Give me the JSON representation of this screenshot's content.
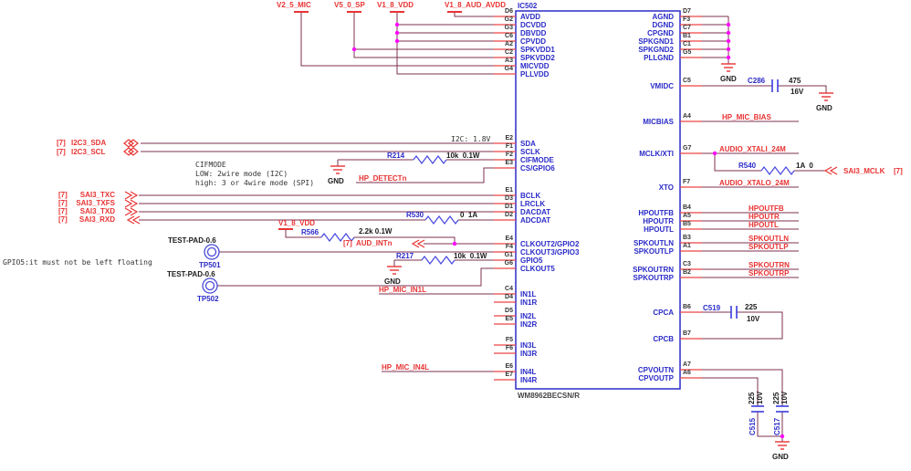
{
  "ic": {
    "ref": "IC502",
    "part_number": "WM8962BECSN/R",
    "left_pins": [
      {
        "num": "D6",
        "name": "AVDD"
      },
      {
        "num": "G2",
        "name": "DCVDD"
      },
      {
        "num": "G3",
        "name": "DBVDD"
      },
      {
        "num": "C6",
        "name": "CPVDD"
      },
      {
        "num": "A2",
        "name": "SPKVDD1"
      },
      {
        "num": "C2",
        "name": "SPKVDD2"
      },
      {
        "num": "A3",
        "name": "MICVDD"
      },
      {
        "num": "G4",
        "name": "PLLVDD"
      },
      {
        "num": "E2",
        "name": "SDA"
      },
      {
        "num": "F1",
        "name": "SCLK"
      },
      {
        "num": "F2",
        "name": "CIFMODE"
      },
      {
        "num": "E3",
        "name": "CS/GPIO6"
      },
      {
        "num": "E1",
        "name": "BCLK"
      },
      {
        "num": "D3",
        "name": "LRCLK"
      },
      {
        "num": "D1",
        "name": "DACDAT"
      },
      {
        "num": "D2",
        "name": "ADCDAT"
      },
      {
        "num": "E4",
        "name": "CLKOUT2/GPIO2"
      },
      {
        "num": "F4",
        "name": "CLKOUT3/GPIO3"
      },
      {
        "num": "G1",
        "name": "GPIO5"
      },
      {
        "num": "G6",
        "name": "CLKOUT5"
      },
      {
        "num": "C4",
        "name": "IN1L"
      },
      {
        "num": "D4",
        "name": "IN1R"
      },
      {
        "num": "D5",
        "name": "IN2L"
      },
      {
        "num": "E5",
        "name": "IN2R"
      },
      {
        "num": "F5",
        "name": "IN3L"
      },
      {
        "num": "F6",
        "name": "IN3R"
      },
      {
        "num": "E6",
        "name": "IN4L"
      },
      {
        "num": "E7",
        "name": "IN4R"
      }
    ],
    "right_pins": [
      {
        "num": "D7",
        "name": "AGND"
      },
      {
        "num": "F3",
        "name": "DGND"
      },
      {
        "num": "C7",
        "name": "CPGND"
      },
      {
        "num": "B1",
        "name": "SPKGND1"
      },
      {
        "num": "C1",
        "name": "SPKGND2"
      },
      {
        "num": "G5",
        "name": "PLLGND"
      },
      {
        "num": "C5",
        "name": "VMIDC"
      },
      {
        "num": "A4",
        "name": "MICBIAS"
      },
      {
        "num": "G7",
        "name": "MCLK/XTI"
      },
      {
        "num": "F7",
        "name": "XTO"
      },
      {
        "num": "B4",
        "name": "HPOUTFB"
      },
      {
        "num": "A5",
        "name": "HPOUTR"
      },
      {
        "num": "B5",
        "name": "HPOUTL"
      },
      {
        "num": "B3",
        "name": "SPKOUTLN"
      },
      {
        "num": "A1",
        "name": "SPKOUTLP"
      },
      {
        "num": "C3",
        "name": "SPKOUTRN"
      },
      {
        "num": "B2",
        "name": "SPKOUTRP"
      },
      {
        "num": "B6",
        "name": "CPCA"
      },
      {
        "num": "B7",
        "name": "CPCB"
      },
      {
        "num": "A7",
        "name": "CPVOUTN"
      },
      {
        "num": "A6",
        "name": "CPVOUTP"
      }
    ]
  },
  "power_nets": {
    "v2_5_mic": "V2_5_MIC",
    "v5_0_sp": "V5_0_SP",
    "v1_8_vdd": "V1_8_VDD",
    "v1_8_aud_avdd": "V1_8_AUD_AVDD"
  },
  "nets": {
    "i2c3_sda": "I2C3_SDA",
    "i2c3_scl": "I2C3_SCL",
    "sai3_txc": "SAI3_TXC",
    "sai3_txfs": "SAI3_TXFS",
    "sai3_txd": "SAI3_TXD",
    "sai3_rxd": "SAI3_RXD",
    "aud_intn": "AUD_INTn",
    "hp_detectn": "HP_DETECTn",
    "hp_mic_in1l": "HP_MIC_IN1L",
    "hp_mic_in4l": "HP_MIC_IN4L",
    "hp_mic_bias": "HP_MIC_BIAS",
    "audio_xtali_24m": "AUDIO_XTALI_24M",
    "audio_xtalo_24m": "AUDIO_XTALO_24M",
    "sai3_mclk": "SAI3_MCLK",
    "hpoutfb": "HPOUTFB",
    "hpoutr": "HPOUTR",
    "hpoutl": "HPOUTL",
    "spkoutln": "SPKOUTLN",
    "spkoutlp": "SPKOUTLP",
    "spkoutrn": "SPKOUTRN",
    "spkoutrp": "SPKOUTRP"
  },
  "page_ref": "[7]",
  "gnd_label": "GND",
  "components": {
    "r214": {
      "ref": "R214",
      "value": "10k  0.1W"
    },
    "r530": {
      "ref": "R530",
      "value": "0  1A"
    },
    "r540": {
      "ref": "R540",
      "value": "1A  0"
    },
    "r566": {
      "ref": "R566",
      "value": "2.2k 0.1W"
    },
    "r217": {
      "ref": "R217",
      "value": "10k  0.1W"
    },
    "c286": {
      "ref": "C286",
      "value": "475",
      "voltage": "16V"
    },
    "c519": {
      "ref": "C519",
      "value": "225",
      "voltage": "10V"
    },
    "c515": {
      "ref": "C515",
      "value": "225",
      "voltage": "10V"
    },
    "c517": {
      "ref": "C517",
      "value": "225",
      "voltage": "10V"
    }
  },
  "test_pads": {
    "pad_type": "TEST-PAD-0.6",
    "tp501": "TP501",
    "tp502": "TP502"
  },
  "notes": {
    "i2c_voltage": "I2C: 1.8V",
    "cifmode_title": "CIFMODE",
    "cifmode_low": "LOW: 2wire mode (I2C)",
    "cifmode_high": "high: 3 or 4wire mode (SPI)",
    "gpio5": "GPIO5:it must not be left floating"
  },
  "colors": {
    "wire": "#7d3052",
    "pin_stub": "#ee4545",
    "net_label": "#e83333",
    "symbol_blue": "#2b2bc8",
    "junction_dot": "#ff00ff",
    "ground_symbol": "#e83333"
  }
}
